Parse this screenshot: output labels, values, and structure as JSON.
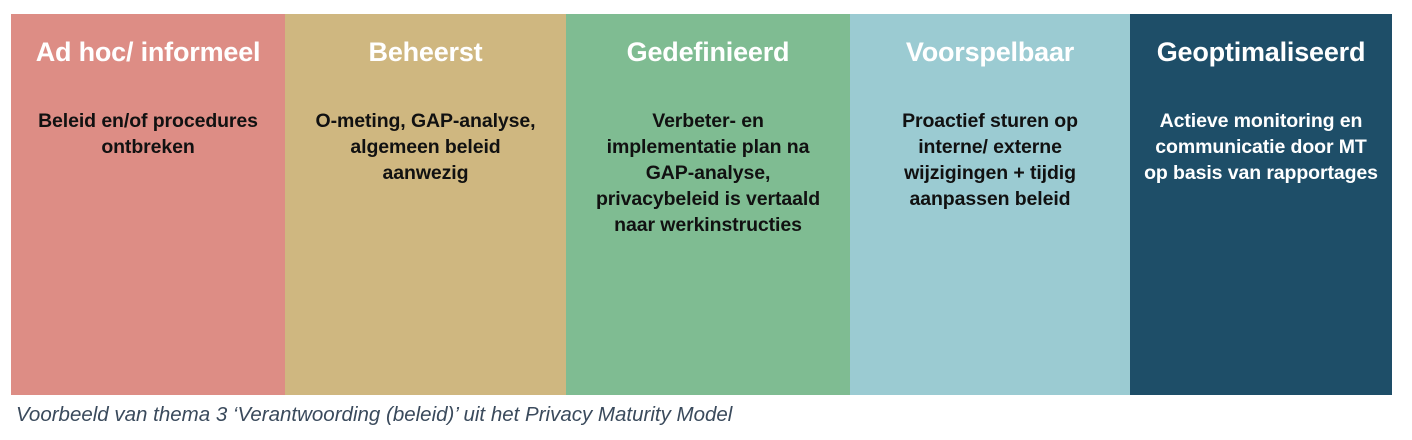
{
  "figure": {
    "caption": "Voorbeeld van thema 3 ‘Verantwoording (beleid)’ uit het Privacy Maturity Model",
    "levels": [
      {
        "title": "Ad hoc/ informeel",
        "description": "Beleid en/of procedures ontbreken",
        "background_color": "#DD8D85",
        "title_color": "#FFFFFF",
        "body_color": "#111111"
      },
      {
        "title": "Beheerst",
        "description": "O-meting, GAP-analyse, algemeen beleid aanwezig",
        "background_color": "#CFB780",
        "title_color": "#FFFFFF",
        "body_color": "#111111"
      },
      {
        "title": "Gedefinieerd",
        "description": "Verbeter- en implementatie plan na GAP-analyse, privacybeleid is vertaald naar werkinstructies",
        "background_color": "#7FBC92",
        "title_color": "#FFFFFF",
        "body_color": "#111111"
      },
      {
        "title": "Voorspelbaar",
        "description": "Proactief sturen op interne/ externe wijzigingen + tijdig aanpassen beleid",
        "background_color": "#9BCBD2",
        "title_color": "#FFFFFF",
        "body_color": "#111111"
      },
      {
        "title": "Geoptimaliseerd",
        "description": "Actieve monitoring en communicatie door MT op basis van rapportages",
        "background_color": "#1E4E68",
        "title_color": "#FFFFFF",
        "body_color": "#FFFFFF"
      }
    ]
  }
}
